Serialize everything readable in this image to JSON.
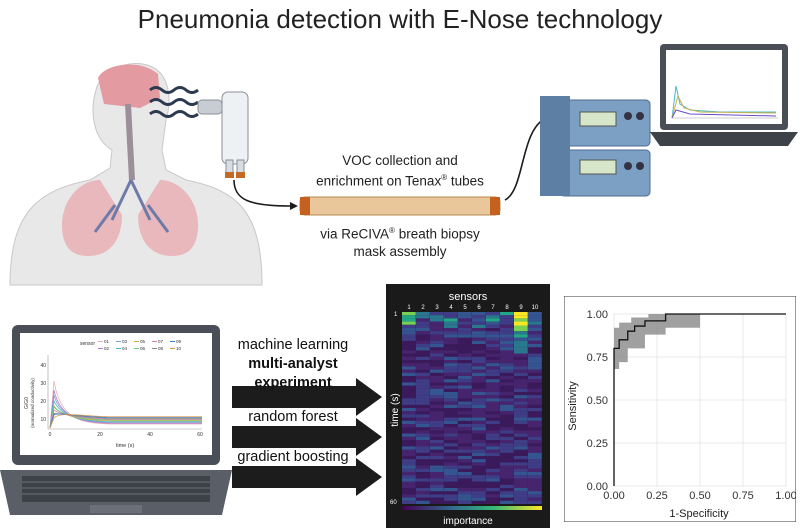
{
  "title": "Pneumonia detection with E-Nose technology",
  "collection": {
    "line1": "VOC collection and",
    "line2_prefix": "enrichment on Tenax",
    "line2_sup": "®",
    "line2_suffix": " tubes",
    "mask_prefix": "via ReCIVA",
    "mask_sup": "®",
    "mask_suffix": " breath biopsy",
    "mask_line2": "mask assembly"
  },
  "ml": {
    "line1": "machine learning",
    "line2": "multi-analyst",
    "line3": "experiment",
    "arrow1": "random forest",
    "arrow2": "gradient boosting"
  },
  "sensor_plot": {
    "legend_title": "sensor",
    "legend_items": [
      "01",
      "02",
      "03",
      "04",
      "05",
      "06",
      "07",
      "08",
      "09",
      "10"
    ],
    "ylabel": "G/G0",
    "ylabel2": "(normalized conductivity)",
    "xlabel": "time (s)",
    "xticks": [
      "0",
      "20",
      "40",
      "60"
    ],
    "yticks": [
      "10",
      "20",
      "30",
      "40"
    ]
  },
  "heatmap": {
    "title": "sensors",
    "columns": [
      "1",
      "2",
      "3",
      "4",
      "5",
      "6",
      "7",
      "8",
      "9",
      "10"
    ],
    "ylabel": "time (s)",
    "ytick_top": "1",
    "ytick_bottom": "60",
    "colorbar_label": "importance"
  },
  "roc": {
    "ylabel": "Sensitivity",
    "xlabel": "1-Specificity",
    "yticks": [
      "0.00",
      "0.25",
      "0.50",
      "0.75",
      "1.00"
    ],
    "xticks": [
      "0.00",
      "0.25",
      "0.50",
      "0.75",
      "1.00"
    ]
  },
  "colors": {
    "laptop": "#4a4f57",
    "arrow": "#1c1c1c",
    "heat_bg": "#3b1a5c",
    "roc_band": "#999999",
    "tube": "#d9a66a",
    "device": "#6f93b8"
  }
}
